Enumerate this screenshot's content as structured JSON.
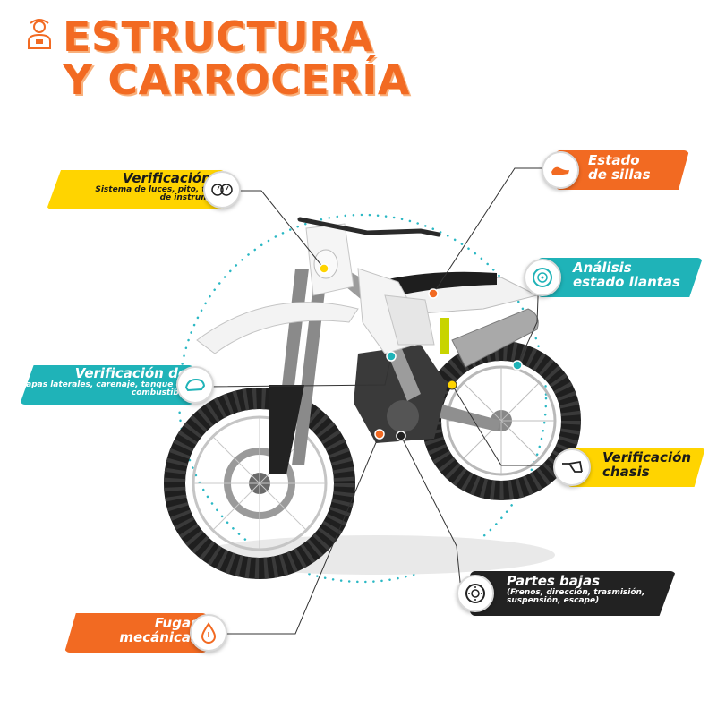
{
  "title": {
    "line1": "ESTRUCTURA",
    "line2": "Y CARROCERÍA"
  },
  "colors": {
    "orange": "#f26a22",
    "yellow": "#ffd400",
    "teal": "#1fb3b8",
    "dark": "#222222"
  },
  "callouts": [
    {
      "id": "luces",
      "color": "yellow",
      "title": "Verificación de",
      "subtitle": "Sistema de luces, pito, tablero de instrumentos",
      "icon": "instrument-cluster-icon"
    },
    {
      "id": "sillas",
      "color": "orange",
      "title": "Estado",
      "title2": "de sillas",
      "icon": "seat-icon"
    },
    {
      "id": "llantas",
      "color": "teal",
      "title": "Análisis",
      "title2": "estado llantas",
      "icon": "tire-icon"
    },
    {
      "id": "tapas",
      "color": "teal",
      "title": "Verificación de",
      "subtitle": "tapas laterales, carenaje, tanque de combustible",
      "icon": "fuel-tank-icon"
    },
    {
      "id": "chasis",
      "color": "yellow",
      "title": "Verificación",
      "title2": "chasis",
      "icon": "chassis-icon"
    },
    {
      "id": "partes",
      "color": "dark",
      "title": "Partes bajas",
      "subtitle": "(Frenos, dirección, trasmisión, suspensión, escape)",
      "icon": "brake-disc-icon"
    },
    {
      "id": "fugas",
      "color": "orange",
      "title": "Fugas",
      "title2": "mecánicas",
      "icon": "oil-drop-icon"
    }
  ]
}
